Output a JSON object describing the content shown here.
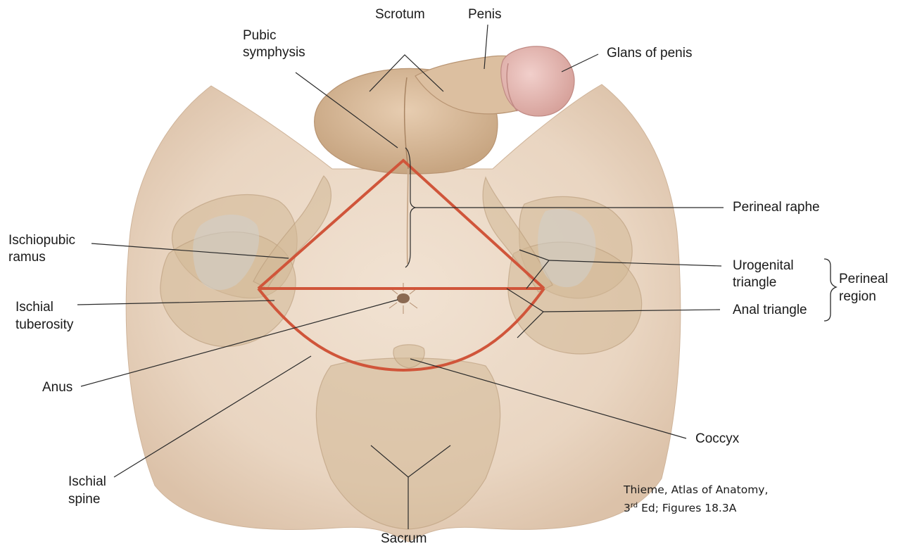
{
  "labels": {
    "scrotum": "Scrotum",
    "penis": "Penis",
    "glans": "Glans of penis",
    "pubic_symphysis_1": "Pubic",
    "pubic_symphysis_2": "symphysis",
    "perineal_raphe": "Perineal raphe",
    "ischiopubic_ramus_1": "Ischiopubic",
    "ischiopubic_ramus_2": "ramus",
    "urogenital_triangle_1": "Urogenital",
    "urogenital_triangle_2": "triangle",
    "perineal_region_1": "Perineal",
    "perineal_region_2": "region",
    "ischial_tuberosity_1": "Ischial",
    "ischial_tuberosity_2": "tuberosity",
    "anal_triangle": "Anal triangle",
    "anus": "Anus",
    "coccyx": "Coccyx",
    "ischial_spine_1": "Ischial",
    "ischial_spine_2": "spine",
    "sacrum": "Sacrum"
  },
  "citation": {
    "line1": "Thieme, Atlas of Anatomy,",
    "line2_num": "3",
    "line2_sup": "rd",
    "line2_rest": " Ed; Figures 18.3A"
  },
  "colors": {
    "skin": "#ead7c4",
    "bone": "#d2b896",
    "triangle_outline": "#d0553a",
    "leader_line": "#2a2a2a"
  }
}
